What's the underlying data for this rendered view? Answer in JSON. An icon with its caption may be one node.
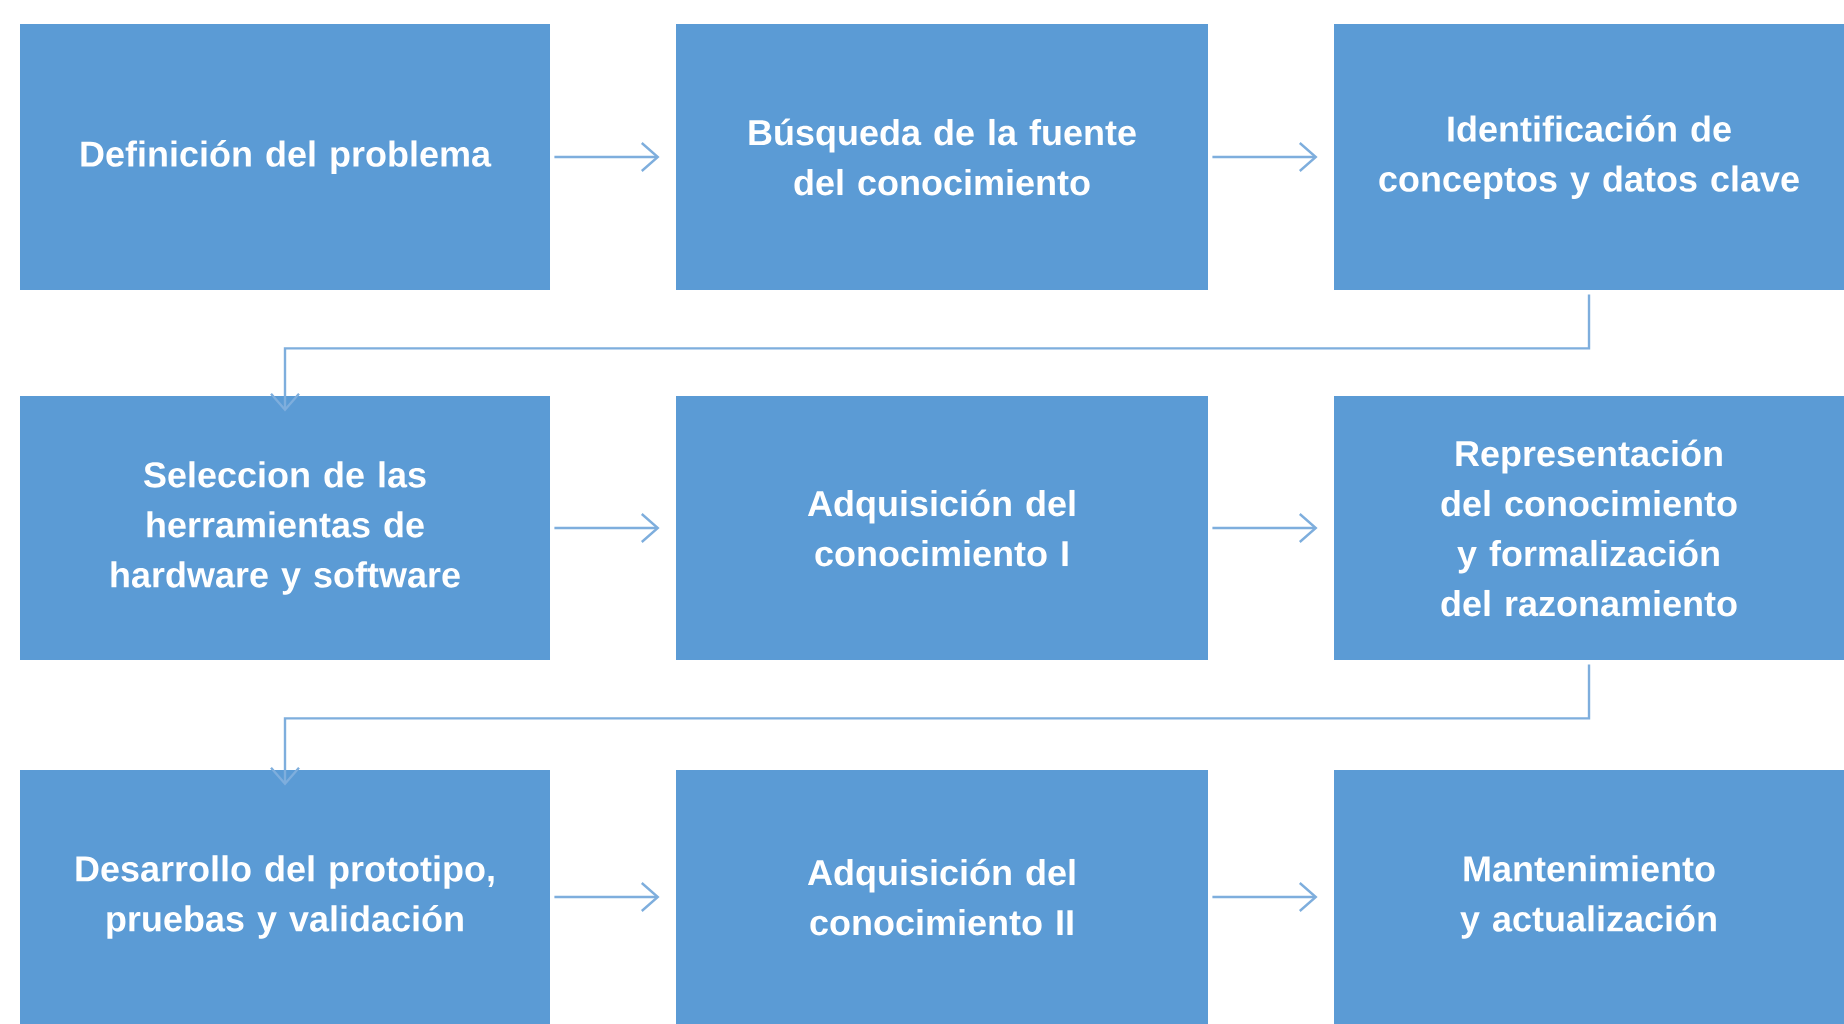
{
  "diagram": {
    "nodes": [
      {
        "text": [
          "Definición del problema"
        ]
      },
      {
        "text": [
          "Búsqueda de la fuente del conocimiento"
        ]
      },
      {
        "text": [
          "Identificación de conceptos y datos clave"
        ]
      },
      {
        "text": [
          "Seleccion de las herramientas de hardware y software"
        ]
      },
      {
        "text": [
          "Adquisición del conocimiento I"
        ]
      },
      {
        "text": [
          "Representación del conocimiento y formalización del razonamiento"
        ]
      },
      {
        "text": [
          "Desarrollo del prototipo, pruebas y validación"
        ]
      },
      {
        "text": [
          "Adquisición del conocimiento II"
        ]
      },
      {
        "text": [
          "Mantenimiento y actualización"
        ]
      }
    ],
    "edges": [
      {
        "from": 0,
        "to": 1,
        "arrow": "to"
      },
      {
        "from": 1,
        "to": 2,
        "arrow": "to"
      },
      {
        "from": 2,
        "to": 3,
        "arrow": "to"
      },
      {
        "from": 3,
        "to": 4,
        "arrow": "to"
      },
      {
        "from": 4,
        "to": 5,
        "arrow": "to"
      },
      {
        "from": 5,
        "to": 6,
        "arrow": "to"
      },
      {
        "from": 6,
        "to": 7,
        "arrow": "to"
      },
      {
        "from": 7,
        "to": 8,
        "arrow": "to"
      }
    ]
  }
}
